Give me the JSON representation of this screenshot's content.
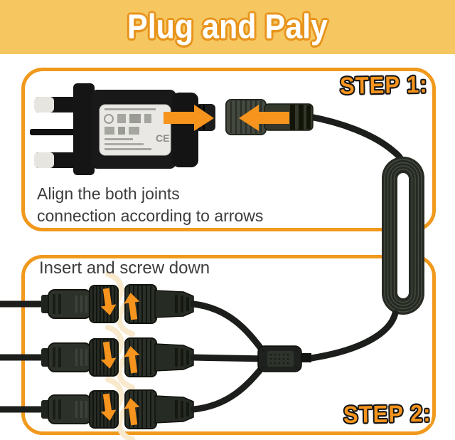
{
  "banner": {
    "title": "Plug and Paly",
    "bg_color": "#F6C761",
    "title_color": "#FFFFFF",
    "title_outline_color": "#E8941C"
  },
  "colors": {
    "accent_box_border": "#F0991C",
    "arrow_orange": "#F6941D",
    "step_label_orange": "#F6941D",
    "swirl_cream": "#F8E9CC",
    "cable_black": "#1B1E1A",
    "connector_dark": "#2C312A",
    "plug_black": "#171717",
    "background": "#FFFFFF"
  },
  "step1": {
    "label": "STEP 1:",
    "instruction_line1": "Align the both joints",
    "instruction_line2": "connection according to arrows",
    "plug_certification_mark": "CE",
    "icons": [
      "arrow-right-icon",
      "arrow-left-icon"
    ]
  },
  "step2": {
    "label": "STEP 2:",
    "instruction": "Insert and screw down",
    "icons": [
      "rotate-down-arrow-icon",
      "rotate-up-arrow-icon",
      "swirl-icon"
    ]
  }
}
